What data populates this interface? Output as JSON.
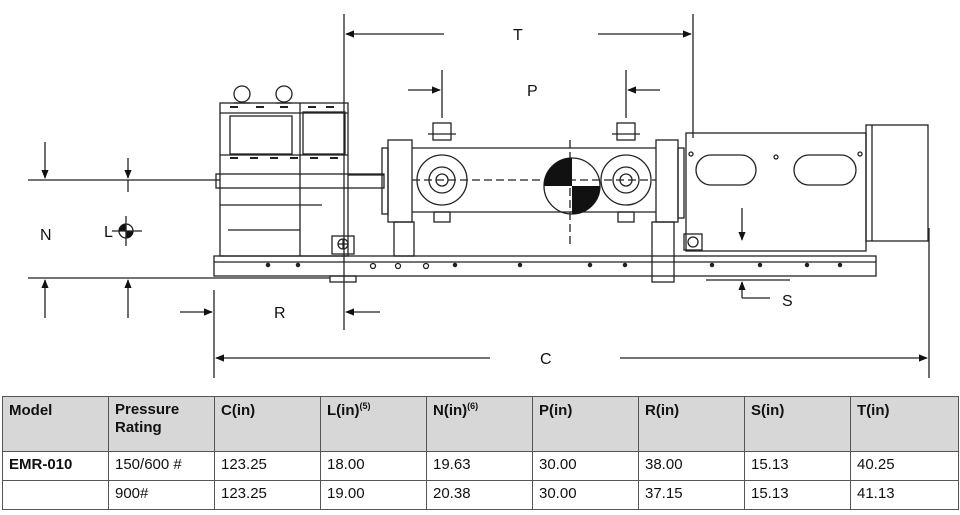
{
  "drawing": {
    "dim_labels": {
      "T": "T",
      "P": "P",
      "N": "N",
      "L": "L",
      "R": "R",
      "S": "S",
      "C": "C"
    }
  },
  "table": {
    "headers": [
      {
        "label": "Model",
        "sup": ""
      },
      {
        "label": "Pressure Rating",
        "sup": ""
      },
      {
        "label": "C(in)",
        "sup": ""
      },
      {
        "label": "L(in)",
        "sup": "(5)"
      },
      {
        "label": "N(in)",
        "sup": "(6)"
      },
      {
        "label": "P(in)",
        "sup": ""
      },
      {
        "label": "R(in)",
        "sup": ""
      },
      {
        "label": "S(in)",
        "sup": ""
      },
      {
        "label": "T(in)",
        "sup": ""
      }
    ],
    "rows": [
      {
        "model": "EMR-010",
        "pressure": "150/600 #",
        "C": "123.25",
        "L": "18.00",
        "N": "19.63",
        "P": "30.00",
        "R": "38.00",
        "S": "15.13",
        "T": "40.25"
      },
      {
        "model": "",
        "pressure": "900#",
        "C": "123.25",
        "L": "19.00",
        "N": "20.38",
        "P": "30.00",
        "R": "37.15",
        "S": "15.13",
        "T": "41.13"
      }
    ]
  }
}
